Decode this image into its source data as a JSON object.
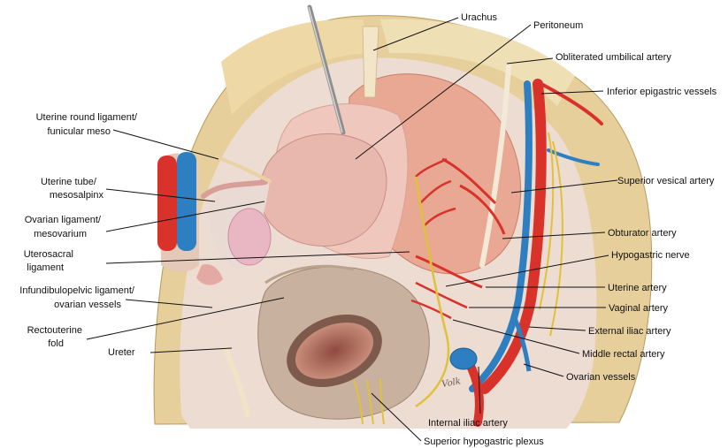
{
  "illustration": {
    "signature": "Volk",
    "colors": {
      "background": "#ffffff",
      "pelvic_wall": "#e6cf9a",
      "peritoneum": "#f0c7bd",
      "bladder": "#e9a894",
      "uterus": "#e8b7ad",
      "ovary": "#e9b6c4",
      "rectum_outer": "#c9b19f",
      "rectum_lumen": "#b97a6a",
      "artery": "#d8322b",
      "vein": "#2d7fc1",
      "nerve": "#e0c23a",
      "label_text": "#111111"
    }
  },
  "labels": {
    "urachus": "Urachus",
    "peritoneum": "Peritoneum",
    "obliterated_umbilical_artery": "Obliterated umbilical artery",
    "inferior_epigastric_vessels": "Inferior epigastric vessels",
    "uterine_round_ligament": [
      "Uterine round ligament/",
      "funicular meso"
    ],
    "uterine_tube": [
      "Uterine tube/",
      "mesosalpinx"
    ],
    "superior_vesical_artery": "Superior vesical artery",
    "ovarian_ligament": [
      "Ovarian ligament/",
      "mesovarium"
    ],
    "obturator_artery": "Obturator artery",
    "uterosacral_ligament": [
      "Uterosacral",
      "ligament"
    ],
    "hypogastric_nerve": "Hypogastric nerve",
    "infundibulopelvic_ligament": [
      "Infundibulopelvic ligament/",
      "ovarian vessels"
    ],
    "uterine_artery": "Uterine artery",
    "rectouterine_fold": [
      "Rectouterine",
      "fold"
    ],
    "vaginal_artery": "Vaginal artery",
    "external_iliac_artery": "External iliac artery",
    "ureter": "Ureter",
    "middle_rectal_artery": "Middle rectal artery",
    "ovarian_vessels": "Ovarian vessels",
    "internal_iliac_artery": "Internal iliac artery",
    "superior_hypogastric_plexus": "Superior hypogastric plexus"
  }
}
